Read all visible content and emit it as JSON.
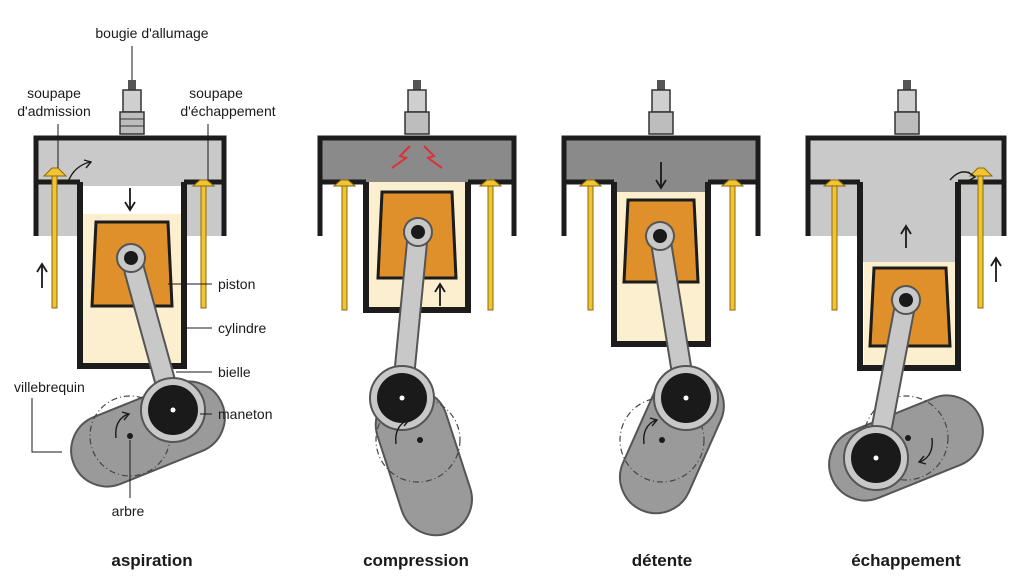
{
  "labels": {
    "spark_plug": "bougie d'allumage",
    "intake_valve_l1": "soupape",
    "intake_valve_l2": "d'admission",
    "exhaust_valve_l1": "soupape",
    "exhaust_valve_l2": "d'échappement",
    "piston": "piston",
    "cylinder": "cylindre",
    "conrod": "bielle",
    "crankshaft": "villebrequin",
    "crankpin": "maneton",
    "shaft": "arbre"
  },
  "stages": [
    {
      "label": "aspiration"
    },
    {
      "label": "compression"
    },
    {
      "label": "détente"
    },
    {
      "label": "échappement"
    }
  ],
  "colors": {
    "head_light": "#c9c9c9",
    "head_dark": "#8a8a8a",
    "piston": "#e0902b",
    "chamber": "#fcefcf",
    "wall": "#1c1c1c",
    "valve": "#f2c431",
    "crank": "#9a9a9a",
    "rod": "#c8c8c8",
    "spark": "#d9323a"
  }
}
